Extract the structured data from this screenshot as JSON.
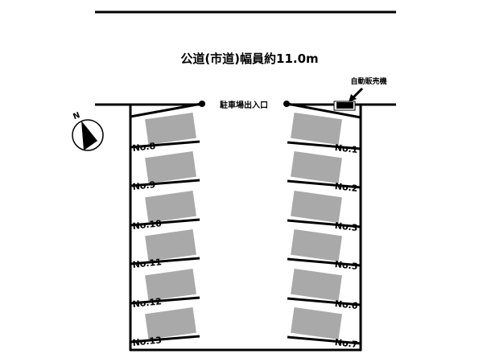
{
  "road_label": "公道(市道)幅員約11.0m",
  "entrance_label": "駐車場出入口",
  "vending_label": "自動販売機",
  "compass_label": "N",
  "left_spaces": [
    "No.8",
    "No.9",
    "No.10",
    "No.11",
    "No.12",
    "No.13"
  ],
  "right_spaces": [
    "No.1",
    "No.2",
    "No.3",
    "No.5",
    "No.6",
    "No.7"
  ],
  "colors": {
    "car": "#a9a9a9",
    "line": "#000000"
  }
}
